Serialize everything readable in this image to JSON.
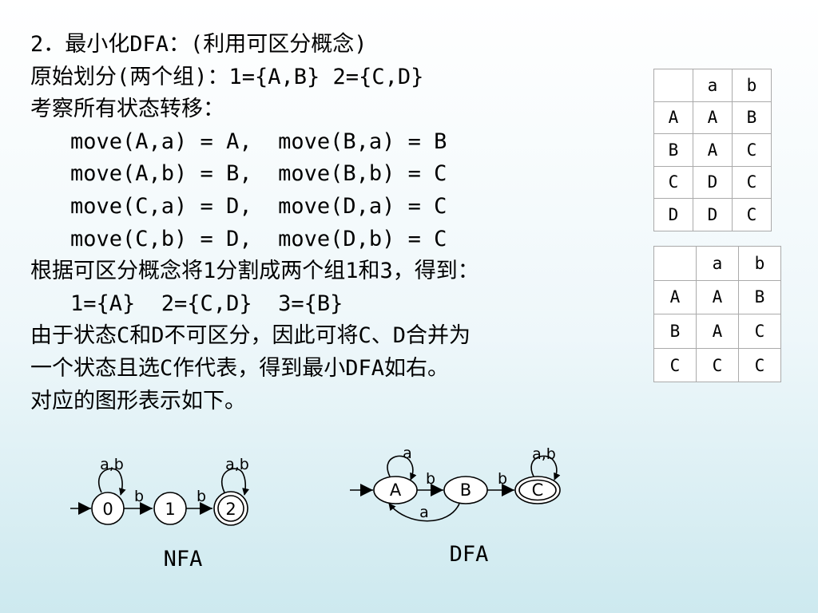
{
  "lines": [
    "2．最小化DFA：(利用可区分概念)",
    "原始划分(两个组)：1={A,B} 2={C,D}",
    "考察所有状态转移：",
    "move(A,a) = A,  move(B,a) = B",
    "move(A,b) = B,  move(B,b) = C",
    "move(C,a) = D,  move(D,a) = C",
    "move(C,b) = D,  move(D,b) = C",
    "根据可区分概念将1分割成两个组1和3，得到：",
    "1={A}  2={C,D}  3={B}",
    "由于状态C和D不可区分，因此可将C、D合并为",
    "一个状态且选C作代表，得到最小DFA如右。",
    "对应的图形表示如下。"
  ],
  "dfa_table": {
    "header": [
      "",
      "a",
      "b"
    ],
    "rows": [
      [
        "A",
        "A",
        "B"
      ],
      [
        "B",
        "A",
        "C"
      ],
      [
        "C",
        "D",
        "C"
      ],
      [
        "D",
        "D",
        "C"
      ]
    ]
  },
  "min_table": {
    "header": [
      "",
      "a",
      "b"
    ],
    "rows": [
      [
        "A",
        "A",
        "B"
      ],
      [
        "B",
        "A",
        "C"
      ],
      [
        "C",
        "C",
        "C"
      ]
    ]
  },
  "nfa": {
    "caption": "NFA",
    "states": [
      "0",
      "1",
      "2"
    ],
    "labels": {
      "loop0": "a,b",
      "edge01": "b",
      "edge12": "b",
      "loop2": "a,b"
    }
  },
  "dfa": {
    "caption": "DFA",
    "states": [
      "A",
      "B",
      "C"
    ],
    "labels": {
      "loopA": "a",
      "edgeAB": "b",
      "edgeBC": "b",
      "loopC": "a,b",
      "edgeBA": "a"
    }
  }
}
